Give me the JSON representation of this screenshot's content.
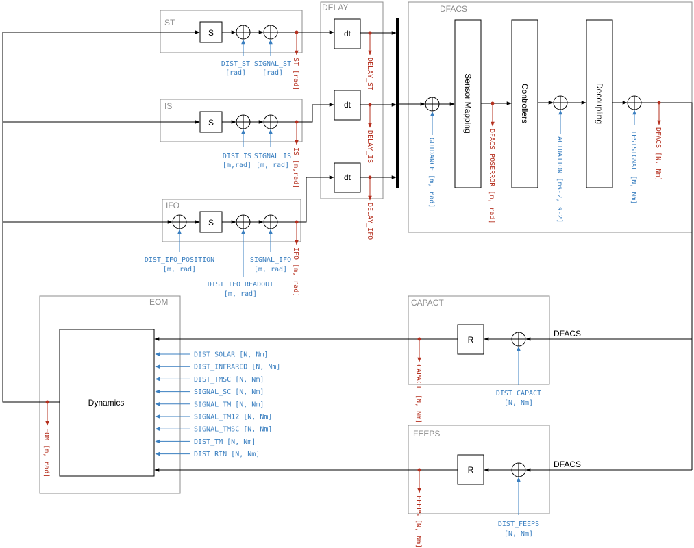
{
  "colors": {
    "input": "#3a7fc0",
    "output": "#b5301f",
    "group_border": "#8c8c8c",
    "line": "#000000"
  },
  "groups": {
    "st": "ST",
    "is": "IS",
    "ifo": "IFO",
    "delay": "DELAY",
    "dfacs": "DFACS",
    "eom": "EOM",
    "capact": "CAPACT",
    "feeps": "FEEPS"
  },
  "blocks": {
    "s": "S",
    "dt": "dt",
    "r": "R",
    "sensor_mapping": "Sensor Mapping",
    "controllers": "Controllers",
    "decoupling": "Decoupling",
    "dynamics": "Dynamics"
  },
  "inputs": {
    "dist_st": "DIST_ST",
    "dist_st_unit": "[rad]",
    "signal_st": "SIGNAL_ST",
    "signal_st_unit": "[rad]",
    "dist_is": "DIST_IS",
    "dist_is_unit": "[m,rad]",
    "signal_is": "SIGNAL_IS",
    "signal_is_unit": "[m, rad]",
    "dist_ifo_position": "DIST_IFO_POSITION",
    "dist_ifo_position_unit": "[m, rad]",
    "dist_ifo_readout": "DIST_IFO_READOUT",
    "dist_ifo_readout_unit": "[m, rad]",
    "signal_ifo": "SIGNAL_IFO",
    "signal_ifo_unit": "[m, rad]",
    "guidance": "GUIDANCE [m, rad]",
    "actuation": "ACTUATION [ms-2, s-2]",
    "testsignal": "TESTSIGNAL [N, Nm]",
    "dist_capact": "DIST_CAPACT",
    "dist_capact_unit": "[N, Nm]",
    "dist_feeps": "DIST_FEEPS",
    "dist_feeps_unit": "[N, Nm]",
    "eom_inputs": [
      "DIST_SOLAR [N, Nm]",
      "DIST_INFRARED [N, Nm]",
      "DIST_TMSC [N, Nm]",
      "SIGNAL_SC [N, Nm]",
      "SIGNAL_TM [N, Nm]",
      "SIGNAL_TM12 [N, Nm]",
      "SIGNAL_TMSC [N, Nm]",
      "DIST_TM [N, Nm]",
      "DIST_RIN [N, Nm]"
    ]
  },
  "outputs": {
    "st": "ST [rad]",
    "is": "IS [m,rad]",
    "ifo": "IFO [m, rad]",
    "delay_st": "DELAY_ST",
    "delay_is": "DELAY_IS",
    "delay_ifo": "DELAY_IFO",
    "dfacs_poserror": "DFACS_POSERROR [m, rad]",
    "dfacs": "DFACS [N, Nm]",
    "capact": "CAPACT",
    "capact_unit": "[N, Nm]",
    "feeps": "FEEPS",
    "feeps_unit": "[N, Nm]",
    "eom": "EOM [m, rad]"
  },
  "signals": {
    "dfacs_capact": "DFACS",
    "dfacs_feeps": "DFACS"
  }
}
